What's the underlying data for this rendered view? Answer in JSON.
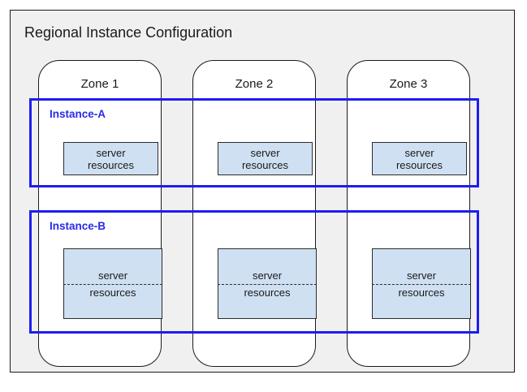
{
  "diagram": {
    "title": "Regional Instance Configuration",
    "background_color": "#f0f0f0",
    "frame_border_color": "#1a1a1a"
  },
  "zones": [
    {
      "label": "Zone 1"
    },
    {
      "label": "Zone 2"
    },
    {
      "label": "Zone 3"
    }
  ],
  "instances": [
    {
      "label": "Instance-A",
      "accent_color": "#2a2ae6",
      "box_fill_color": "#cfe0f2",
      "style": "compact",
      "nodes": [
        {
          "line1": "server",
          "line2": "resources"
        },
        {
          "line1": "server",
          "line2": "resources"
        },
        {
          "line1": "server",
          "line2": "resources"
        }
      ]
    },
    {
      "label": "Instance-B",
      "accent_color": "#2a2ae6",
      "box_fill_color": "#cfe0f2",
      "style": "tall-dashed",
      "nodes": [
        {
          "line1": "server",
          "line2": "resources"
        },
        {
          "line1": "server",
          "line2": "resources"
        },
        {
          "line1": "server",
          "line2": "resources"
        }
      ]
    }
  ]
}
